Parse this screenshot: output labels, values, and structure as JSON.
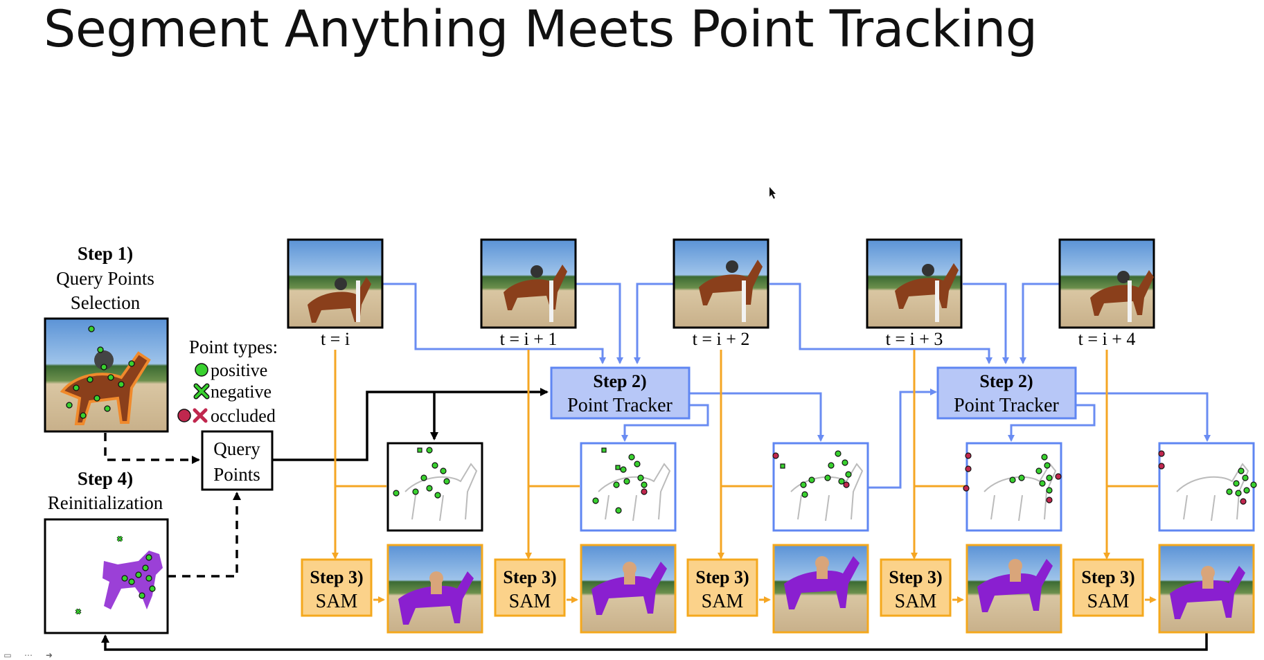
{
  "slide": {
    "title": "Segment Anything Meets Point Tracking"
  },
  "diagram": {
    "step1": {
      "heading": "Step 1)",
      "lines": [
        "Query Points",
        "Selection"
      ]
    },
    "step4": {
      "heading": "Step 4)",
      "label": "Reinitialization"
    },
    "point_types": {
      "title": "Point types:",
      "items": [
        {
          "label": "positive",
          "icon": "green-circle-icon"
        },
        {
          "label": "negative",
          "icon": "green-cross-icon"
        },
        {
          "label": "occluded",
          "icon": "red-circle-and-cross-icon"
        }
      ]
    },
    "query_points": [
      "Query",
      "Points"
    ],
    "tracker": {
      "heading": "Step 2)",
      "label": "Point Tracker"
    },
    "sam": {
      "heading": "Step 3)",
      "label": "SAM"
    },
    "frames": [
      "t = i",
      "t = i + 1",
      "t = i + 2",
      "t = i + 3",
      "t = i + 4"
    ],
    "colors": {
      "tracker_fill": "#b7c7f7",
      "tracker_border": "#5f86f2",
      "sam_fill": "#fbd28a",
      "sam_border": "#f4a81d",
      "blue_arrow": "#6a8cf2",
      "orange_arrow": "#f5a623",
      "positive": "#39d12f",
      "occluded": "#c0274e",
      "mask": "#8a1fd0"
    }
  },
  "footer": {
    "icons": [
      "caption-icon",
      "more-icon",
      "navigate-icon"
    ]
  }
}
